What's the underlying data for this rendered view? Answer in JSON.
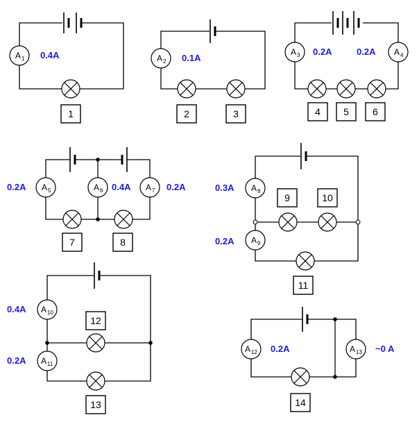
{
  "circuits": [
    {
      "id": "c1",
      "ammeters": [
        {
          "base": "A",
          "sub": "1",
          "reading": "0.4A"
        }
      ],
      "lamps": [
        "1"
      ]
    },
    {
      "id": "c2",
      "ammeters": [
        {
          "base": "A",
          "sub": "2",
          "reading": "0.1A"
        }
      ],
      "lamps": [
        "2",
        "3"
      ]
    },
    {
      "id": "c3",
      "ammeters": [
        {
          "base": "A",
          "sub": "3",
          "reading": "0.2A"
        },
        {
          "base": "A",
          "sub": "4",
          "reading": "0.2A"
        }
      ],
      "lamps": [
        "4",
        "5",
        "6"
      ]
    },
    {
      "id": "c4",
      "ammeters": [
        {
          "base": "A",
          "sub": "5",
          "reading": "0.2A"
        },
        {
          "base": "A",
          "sub": "6",
          "reading": "0.4A"
        },
        {
          "base": "A",
          "sub": "7",
          "reading": "0.2A"
        }
      ],
      "lamps": [
        "7",
        "8"
      ]
    },
    {
      "id": "c5",
      "ammeters": [
        {
          "base": "A",
          "sub": "8",
          "reading": "0.3A"
        },
        {
          "base": "A",
          "sub": "9",
          "reading": "0.2A"
        }
      ],
      "lamps": [
        "9",
        "10",
        "11"
      ]
    },
    {
      "id": "c6",
      "ammeters": [
        {
          "base": "A",
          "sub": "10",
          "reading": "0.4A"
        },
        {
          "base": "A",
          "sub": "11",
          "reading": "0.2A"
        }
      ],
      "lamps": [
        "12",
        "13"
      ]
    },
    {
      "id": "c7",
      "ammeters": [
        {
          "base": "A",
          "sub": "12",
          "reading": "0.2A"
        },
        {
          "base": "A",
          "sub": "13",
          "reading": "~0 A"
        }
      ],
      "lamps": [
        "14"
      ]
    }
  ]
}
